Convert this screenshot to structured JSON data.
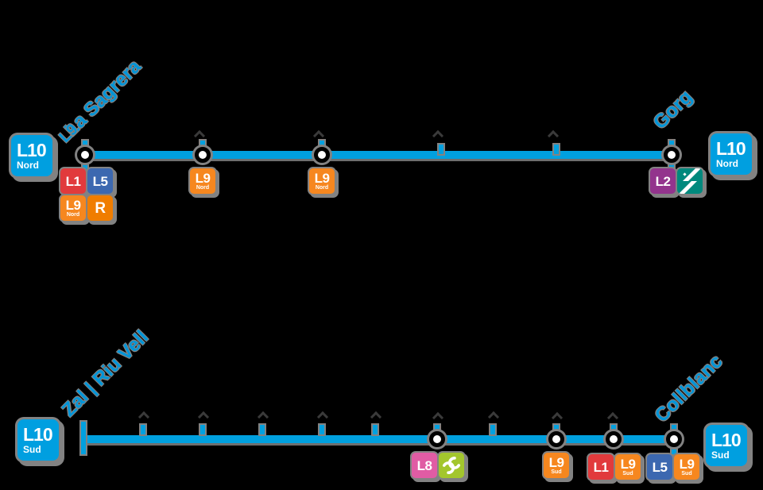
{
  "colors": {
    "bg": "#000000",
    "line": "#00A0DF",
    "label": "#0095D8",
    "halo": "#828282",
    "l1": "#E13A3C",
    "l2": "#93348D",
    "l5": "#3C68B0",
    "l8": "#E05CA4",
    "l9": "#F6871F",
    "l10": "#009FE0",
    "r": "#F07D00",
    "fgc": "#A3C62D",
    "tram": "#00897D",
    "station_fill": "#FFFFFF",
    "station_ring": "#000000"
  },
  "icons": {
    "tram": "tram-besos-logo",
    "fgc": "fgc-chain-logo"
  },
  "nord": {
    "badge_left": {
      "line": "L10",
      "branch": "Nord"
    },
    "badge_right": {
      "line": "L10",
      "branch": "Nord"
    },
    "terminus_left": "La Sagrera",
    "terminus_right": "Gorg",
    "through_label": "L9",
    "stations": [
      {
        "badges": [
          {
            "label": "L1"
          },
          {
            "label": "L5"
          },
          {
            "label": "L9",
            "sub": "Nord"
          },
          {
            "label": "R"
          }
        ]
      },
      {
        "badges": [
          {
            "label": "L9",
            "sub": "Nord"
          }
        ]
      },
      {
        "badges": [
          {
            "label": "L9",
            "sub": "Nord"
          }
        ]
      },
      {
        "badges": []
      },
      {
        "badges": []
      },
      {
        "badges": [
          {
            "label": "L2"
          },
          {
            "icon": "tram"
          }
        ]
      }
    ]
  },
  "sud": {
    "badge_left": {
      "line": "L10",
      "branch": "Sud"
    },
    "badge_right": {
      "line": "L10",
      "branch": "Sud"
    },
    "terminus_left": "Zal | Riu Vell",
    "terminus_right": "Collblanc",
    "stations": [
      {
        "badges": [
          {
            "label": "L8"
          },
          {
            "icon": "fgc"
          }
        ]
      },
      {
        "badges": [
          {
            "label": "L9",
            "sub": "Sud"
          }
        ]
      },
      {
        "badges": [
          {
            "label": "L1"
          },
          {
            "label": "L9",
            "sub": "Sud"
          }
        ]
      },
      {
        "badges": [
          {
            "label": "L5"
          },
          {
            "label": "L9",
            "sub": "Sud"
          }
        ]
      }
    ]
  }
}
